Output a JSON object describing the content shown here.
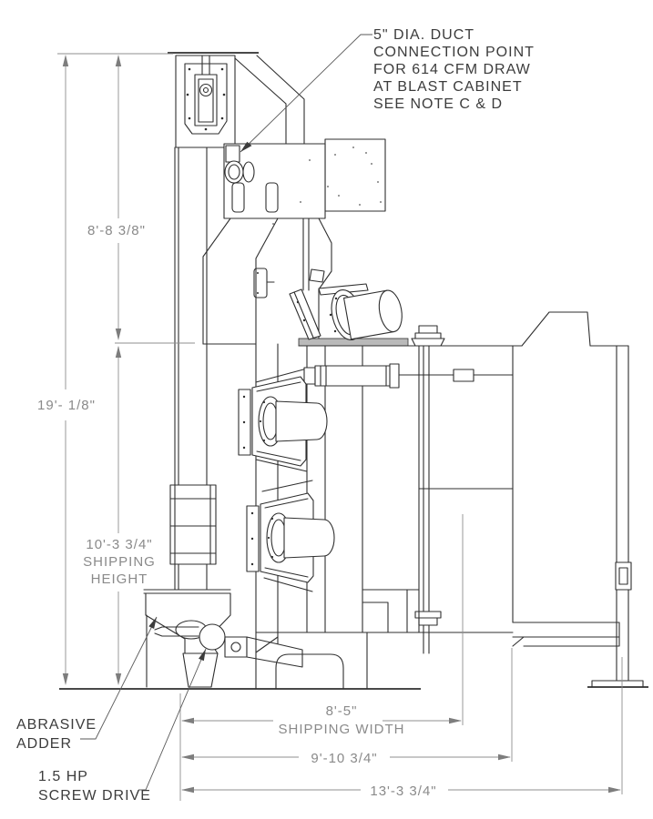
{
  "drawing_title": "tumble blast machine side elevation",
  "colors": {
    "background": "#ffffff",
    "drawing_line": "#2f2f2f",
    "dimension_line": "#8f8f8f",
    "dimension_text": "#8a8a8a",
    "label_text": "#3c3c3c"
  },
  "callout_duct": {
    "lines": [
      "5\" DIA. DUCT",
      "CONNECTION POINT",
      "FOR 614 CFM DRAW",
      "AT BLAST CABINET",
      "SEE NOTE C & D"
    ]
  },
  "labels": {
    "abrasive_adder": [
      "ABRASIVE",
      "ADDER"
    ],
    "screw_drive": [
      "1.5 HP",
      "SCREW DRIVE"
    ]
  },
  "dimensions": {
    "height_upper": "8'-8 3/8\"",
    "height_total": "19'- 1/8\"",
    "shipping_height": [
      "10'-3 3/4\"",
      "SHIPPING",
      "HEIGHT"
    ],
    "shipping_width": [
      "8'-5\"",
      "SHIPPING WIDTH"
    ],
    "width_mid": "9'-10 3/4\"",
    "width_overall": "13'-3 3/4\""
  }
}
